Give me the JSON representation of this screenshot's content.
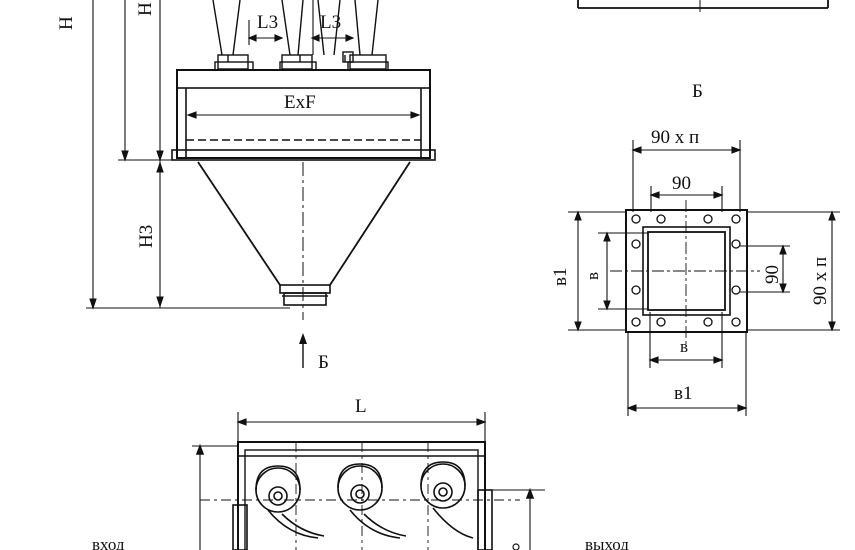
{
  "labels": {
    "H": "H",
    "H1": "H",
    "L3_a": "L3",
    "L3_b": "L3",
    "ExF": "ExF",
    "H3": "H3",
    "arrow_B": "Б",
    "view_title": "Б",
    "dim_90xn_top": "90 х п",
    "dim_90_top": "90",
    "dim_b1_left": "в1",
    "dim_b_left": "в",
    "dim_90_right": "90",
    "dim_90xn_right": "90 х п",
    "dim_b_bottom": "в",
    "dim_b1_bottom": "в1",
    "L": "L",
    "inlet": "вход",
    "outlet": "выход"
  }
}
